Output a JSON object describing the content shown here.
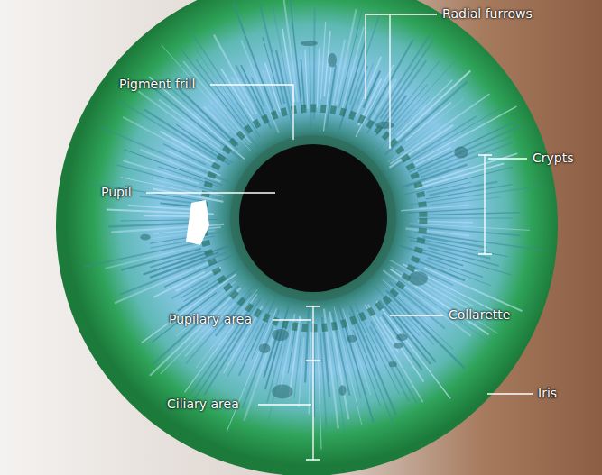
{
  "diagram": {
    "labels": [
      "Pigment frill",
      "Radial furrows",
      "Pupil",
      "Crypts",
      "Pupilary area",
      "Collarette",
      "Ciliary area",
      "Iris"
    ]
  }
}
